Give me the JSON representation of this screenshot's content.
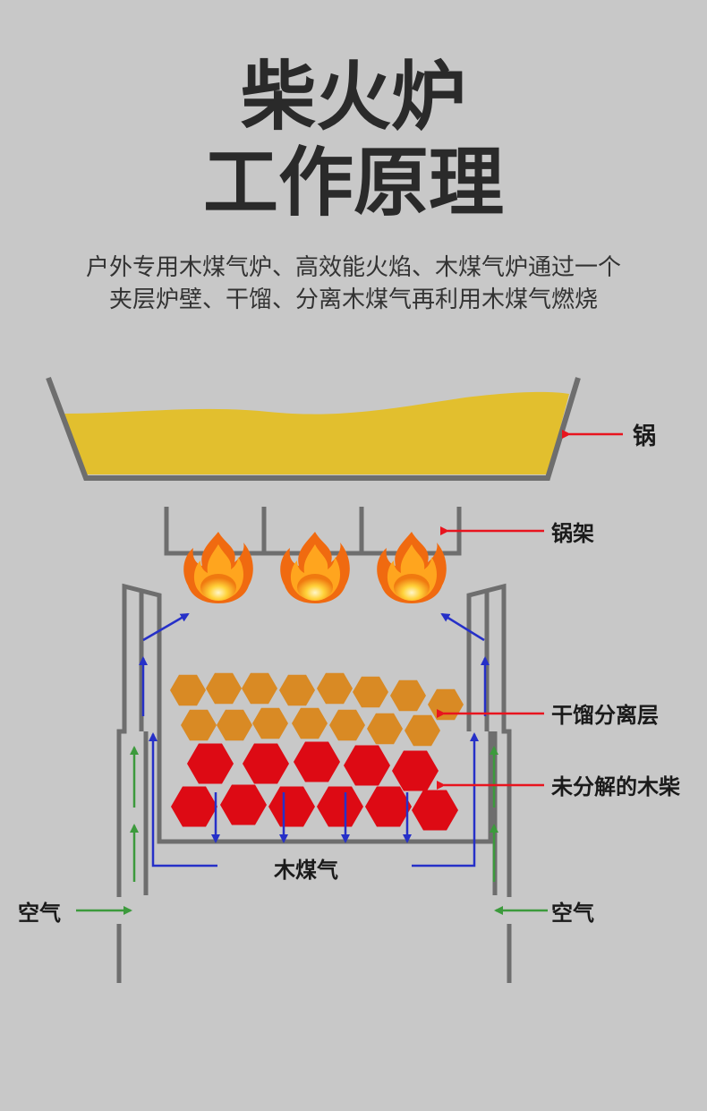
{
  "header": {
    "title_line1": "柴火炉",
    "title_line2": "工作原理",
    "subtitle_line1": "户外专用木煤气炉、高效能火焰、木煤气炉通过一个",
    "subtitle_line2": "夹层炉壁、干馏、分离木煤气再利用木煤气燃烧"
  },
  "labels": {
    "pot": "锅",
    "pot_stand": "锅架",
    "distillation_layer": "干馏分离层",
    "undecomposed_wood": "未分解的木柴",
    "wood_gas": "木煤气",
    "air_left": "空气",
    "air_right": "空气"
  },
  "colors": {
    "background": "#c8c8c8",
    "pot_fill": "#e2bf2e",
    "frame": "#6e6e6e",
    "orange_hex": "#d98a24",
    "red_hex": "#dd0a14",
    "pointer_red": "#e8141e",
    "air_green": "#3c9a3c",
    "gas_blue": "#2630c8"
  }
}
